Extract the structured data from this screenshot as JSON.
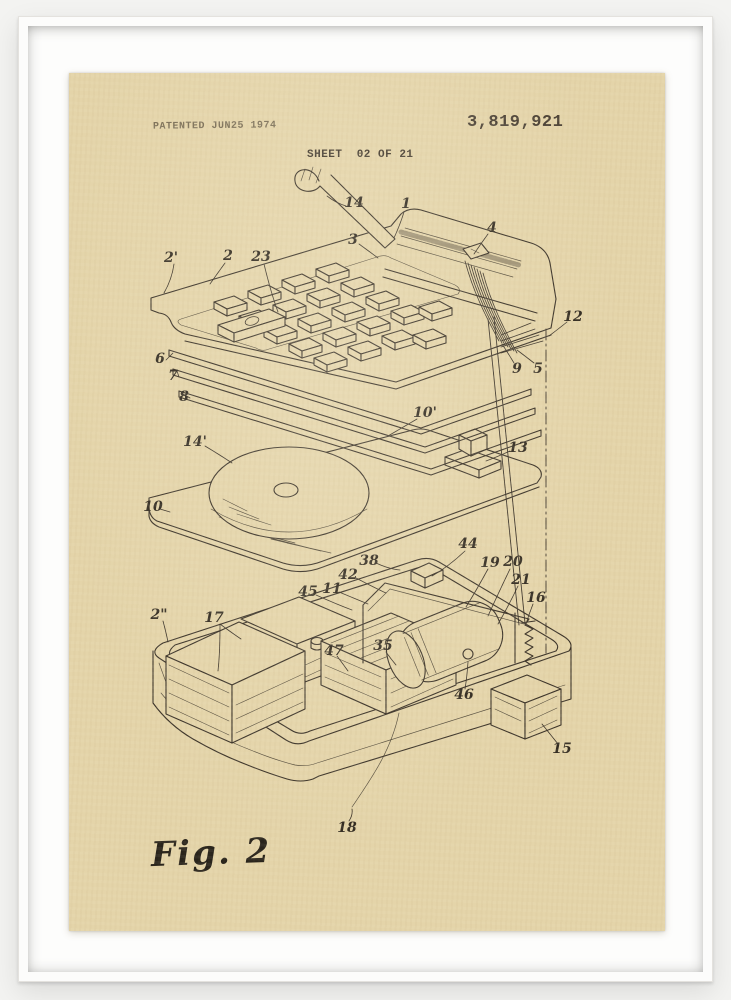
{
  "sheet": {
    "stamp": "PATENTED JUN25 1974",
    "patent_number": "3,819,921",
    "sheet_label": "SHEET  02 OF 21",
    "figure_caption": "Fig. 2",
    "ref_numerals": [
      "14",
      "1",
      "3",
      "4",
      "2'",
      "2",
      "23",
      "12",
      "6",
      "9",
      "5",
      "7",
      "8",
      "10'",
      "14'",
      "13",
      "10",
      "38",
      "44",
      "42",
      "19",
      "20",
      "21",
      "45",
      "11",
      "16",
      "2\"",
      "17",
      "47",
      "35",
      "46",
      "15",
      "18"
    ]
  },
  "colors": {
    "paper": "#e4d4a9",
    "ink": "#3a3228",
    "mat": "#fdfdfc",
    "frame": "#fcfcfb"
  }
}
